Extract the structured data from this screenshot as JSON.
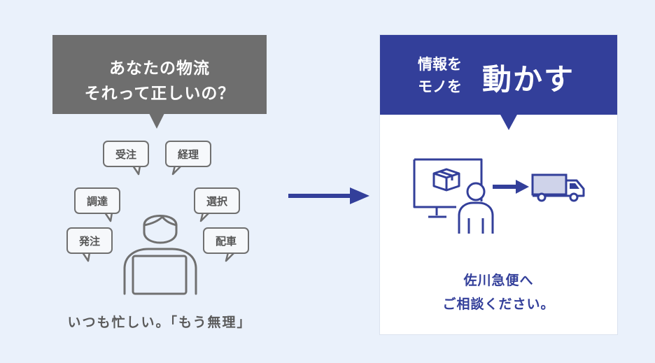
{
  "left": {
    "bubble_line1": "あなたの物流",
    "bubble_line2": "それって正しいの？",
    "tags": [
      "受注",
      "経理",
      "調達",
      "選択",
      "発注",
      "配車"
    ],
    "caption": "いつも忙しい。「もう無理」"
  },
  "right": {
    "header_small_line1": "情報を",
    "header_small_line2": "モノを",
    "header_big": "動かす",
    "caption_line1": "佐川急便へ",
    "caption_line2": "ご相談ください。"
  },
  "colors": {
    "background": "#eaf1fb",
    "left_accent": "#6e6e6e",
    "right_accent": "#333f9a"
  },
  "icons": [
    "person-at-laptop-icon",
    "arrow-right-icon",
    "computer-with-package-icon",
    "user-icon",
    "truck-icon"
  ]
}
